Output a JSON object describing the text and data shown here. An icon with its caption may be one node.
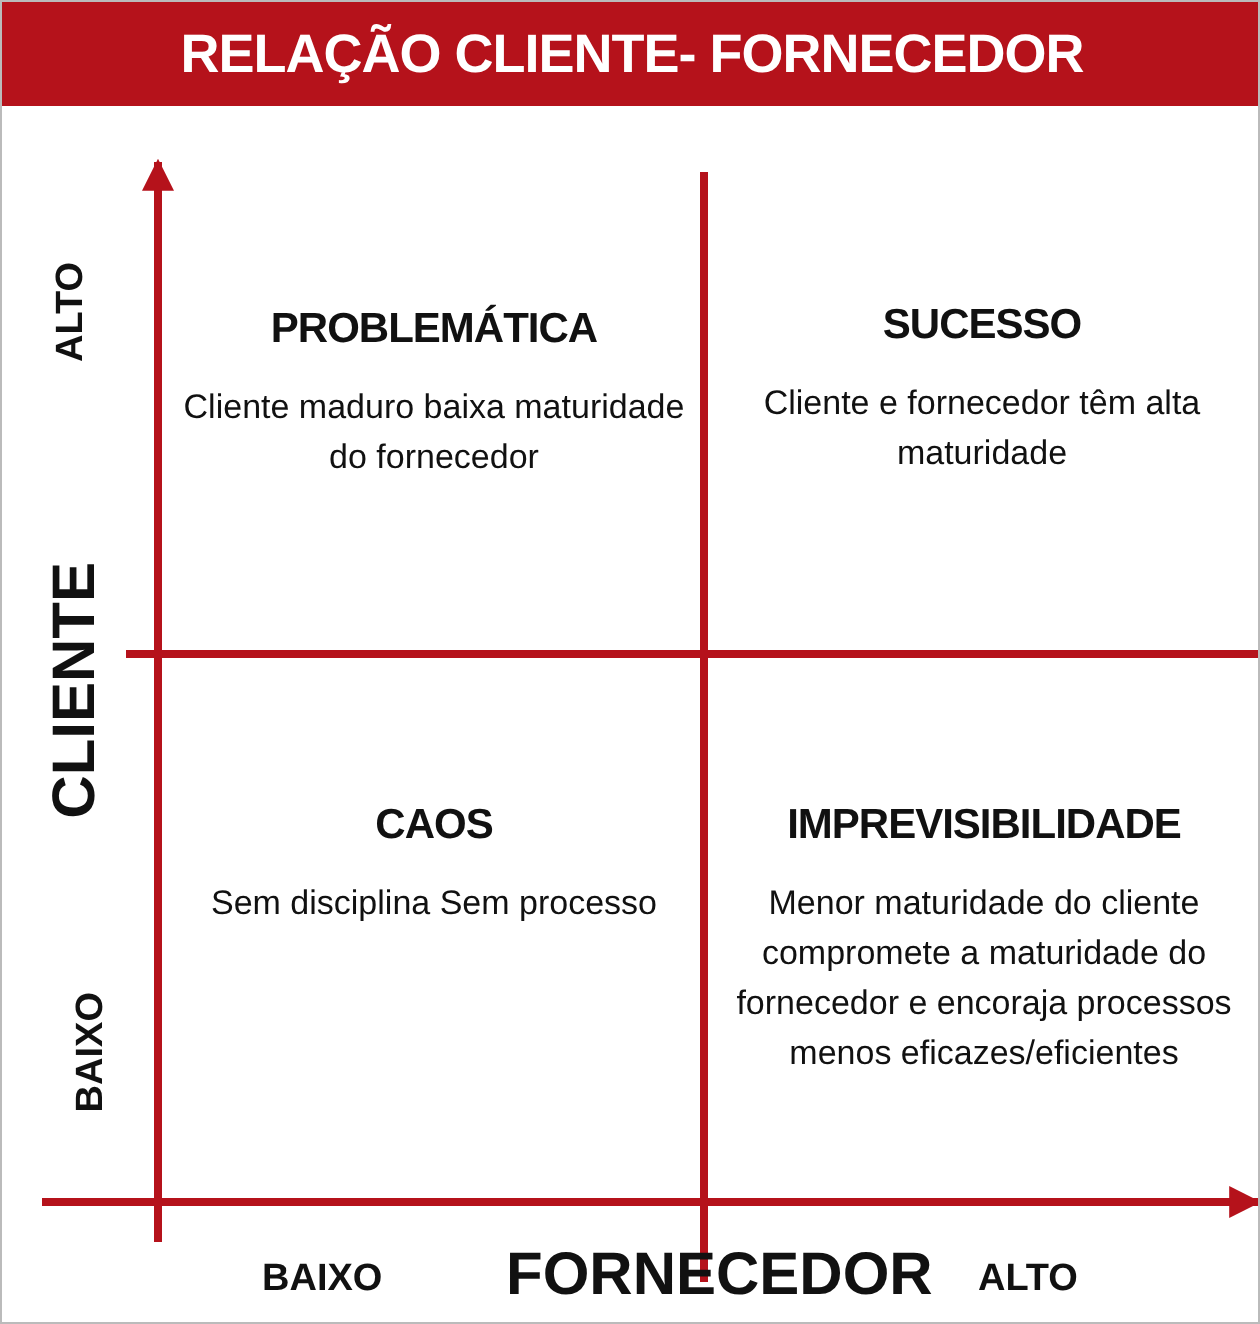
{
  "diagram": {
    "title": "RELAÇÃO CLIENTE- FORNECEDOR",
    "nodes": [
      {
        "text": [
          "PROBLEMÁTICA",
          "Cliente maduro baixa maturidade do fornecedor"
        ]
      },
      {
        "text": [
          "SUCESSO",
          "Cliente e fornecedor têm alta maturidade"
        ]
      },
      {
        "text": [
          "CAOS",
          "Sem disciplina Sem processo"
        ]
      },
      {
        "text": [
          "IMPREVISIBILIDADE",
          "Menor maturidade do cliente compromete a maturidade do fornecedor e encoraja processos menos eficazes/eficientes"
        ]
      }
    ],
    "edges": [],
    "labels": [
      "ALTO",
      "CLIENTE",
      "BAIXO",
      "BAIXO",
      "FORNECEDOR",
      "ALTO"
    ]
  }
}
